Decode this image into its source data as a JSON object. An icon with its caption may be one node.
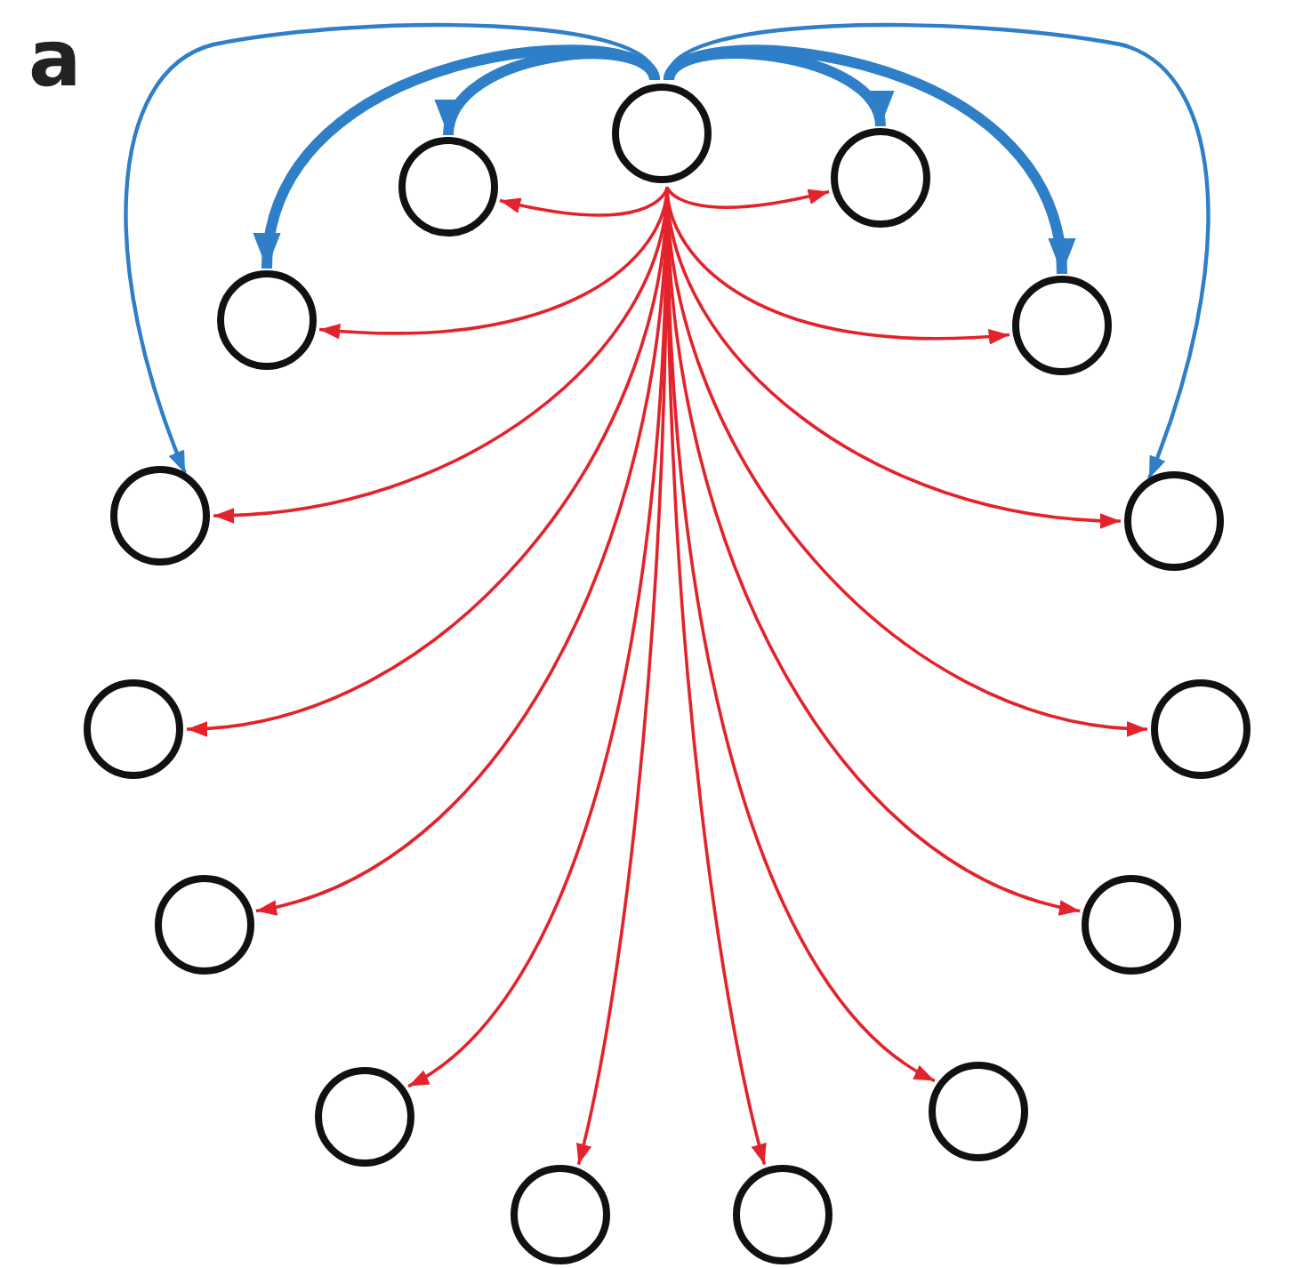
{
  "diagram": {
    "nodes": [
      {
        "text": [],
        "shape": "circle"
      },
      {
        "text": [],
        "shape": "circle"
      },
      {
        "text": [],
        "shape": "circle"
      },
      {
        "text": [],
        "shape": "circle"
      },
      {
        "text": [],
        "shape": "circle"
      },
      {
        "text": [],
        "shape": "circle"
      },
      {
        "text": [],
        "shape": "circle"
      },
      {
        "text": [],
        "shape": "circle"
      },
      {
        "text": [],
        "shape": "circle"
      },
      {
        "text": [],
        "shape": "circle"
      },
      {
        "text": [],
        "shape": "circle"
      },
      {
        "text": [],
        "shape": "circle"
      },
      {
        "text": [],
        "shape": "circle"
      },
      {
        "text": [],
        "shape": "circle"
      },
      {
        "text": [],
        "shape": "circle"
      }
    ],
    "edges": [
      {
        "from": 0,
        "to": 1,
        "arrow": "to"
      },
      {
        "from": 0,
        "to": 2,
        "arrow": "to"
      },
      {
        "from": 0,
        "to": 3,
        "arrow": "to"
      },
      {
        "from": 0,
        "to": 4,
        "arrow": "to"
      },
      {
        "from": 0,
        "to": 5,
        "arrow": "to"
      },
      {
        "from": 0,
        "to": 6,
        "arrow": "to"
      },
      {
        "from": 0,
        "to": 7,
        "arrow": "to"
      },
      {
        "from": 0,
        "to": 8,
        "arrow": "to"
      },
      {
        "from": 0,
        "to": 9,
        "arrow": "to"
      },
      {
        "from": 0,
        "to": 10,
        "arrow": "to"
      },
      {
        "from": 0,
        "to": 11,
        "arrow": "to"
      },
      {
        "from": 0,
        "to": 12,
        "arrow": "to"
      },
      {
        "from": 0,
        "to": 13,
        "arrow": "to"
      },
      {
        "from": 0,
        "to": 14,
        "arrow": "to"
      },
      {
        "from": 0,
        "to": 1,
        "arrow": "to",
        "style": "thick",
        "color": "#2f7fc8"
      },
      {
        "from": 0,
        "to": 8,
        "arrow": "to",
        "style": "thick",
        "color": "#2f7fc8"
      },
      {
        "from": 0,
        "to": 2,
        "arrow": "to",
        "style": "thick",
        "color": "#2f7fc8"
      },
      {
        "from": 0,
        "to": 9,
        "arrow": "to",
        "style": "thick",
        "color": "#2f7fc8"
      },
      {
        "from": 0,
        "to": 3,
        "arrow": "to",
        "color": "#2f7fc8"
      },
      {
        "from": 0,
        "to": 10,
        "arrow": "to",
        "color": "#2f7fc8"
      }
    ],
    "labels": [
      "a"
    ]
  }
}
